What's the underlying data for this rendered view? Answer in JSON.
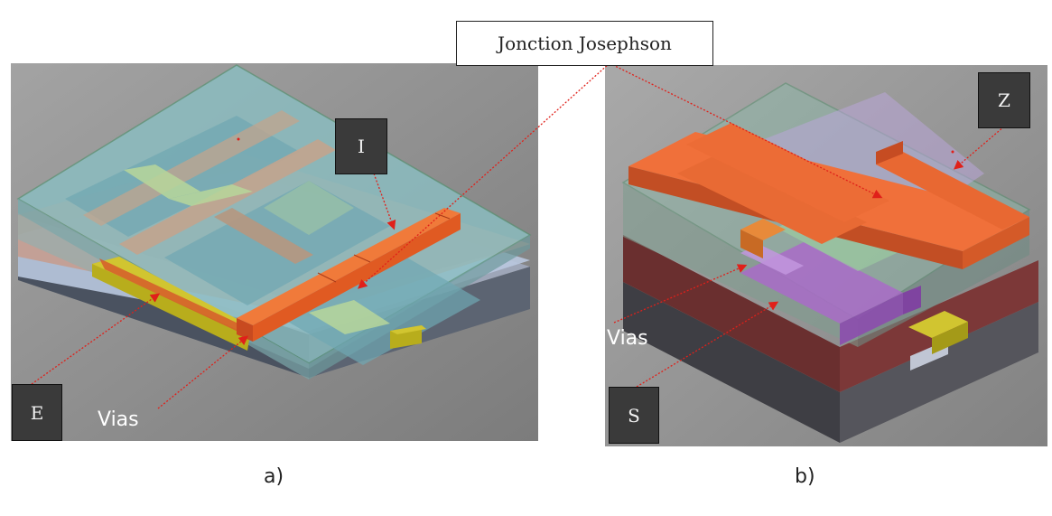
{
  "panel_a": {
    "label_i": "I",
    "label_e": "E",
    "vias": "Vias",
    "caption": "a)"
  },
  "panel_b": {
    "label_z": "Z",
    "label_s": "S",
    "vias": "Vias",
    "caption": "b)"
  },
  "junction_label": "Jonction Josephson",
  "colors": {
    "arrow": "#e0201a",
    "background_gray": "#8a8a8a",
    "orange": "#e8642c",
    "teal_glass": "#8cc2c6",
    "purple": "#a96bc8",
    "olive_yellow": "#b8ad1c"
  }
}
